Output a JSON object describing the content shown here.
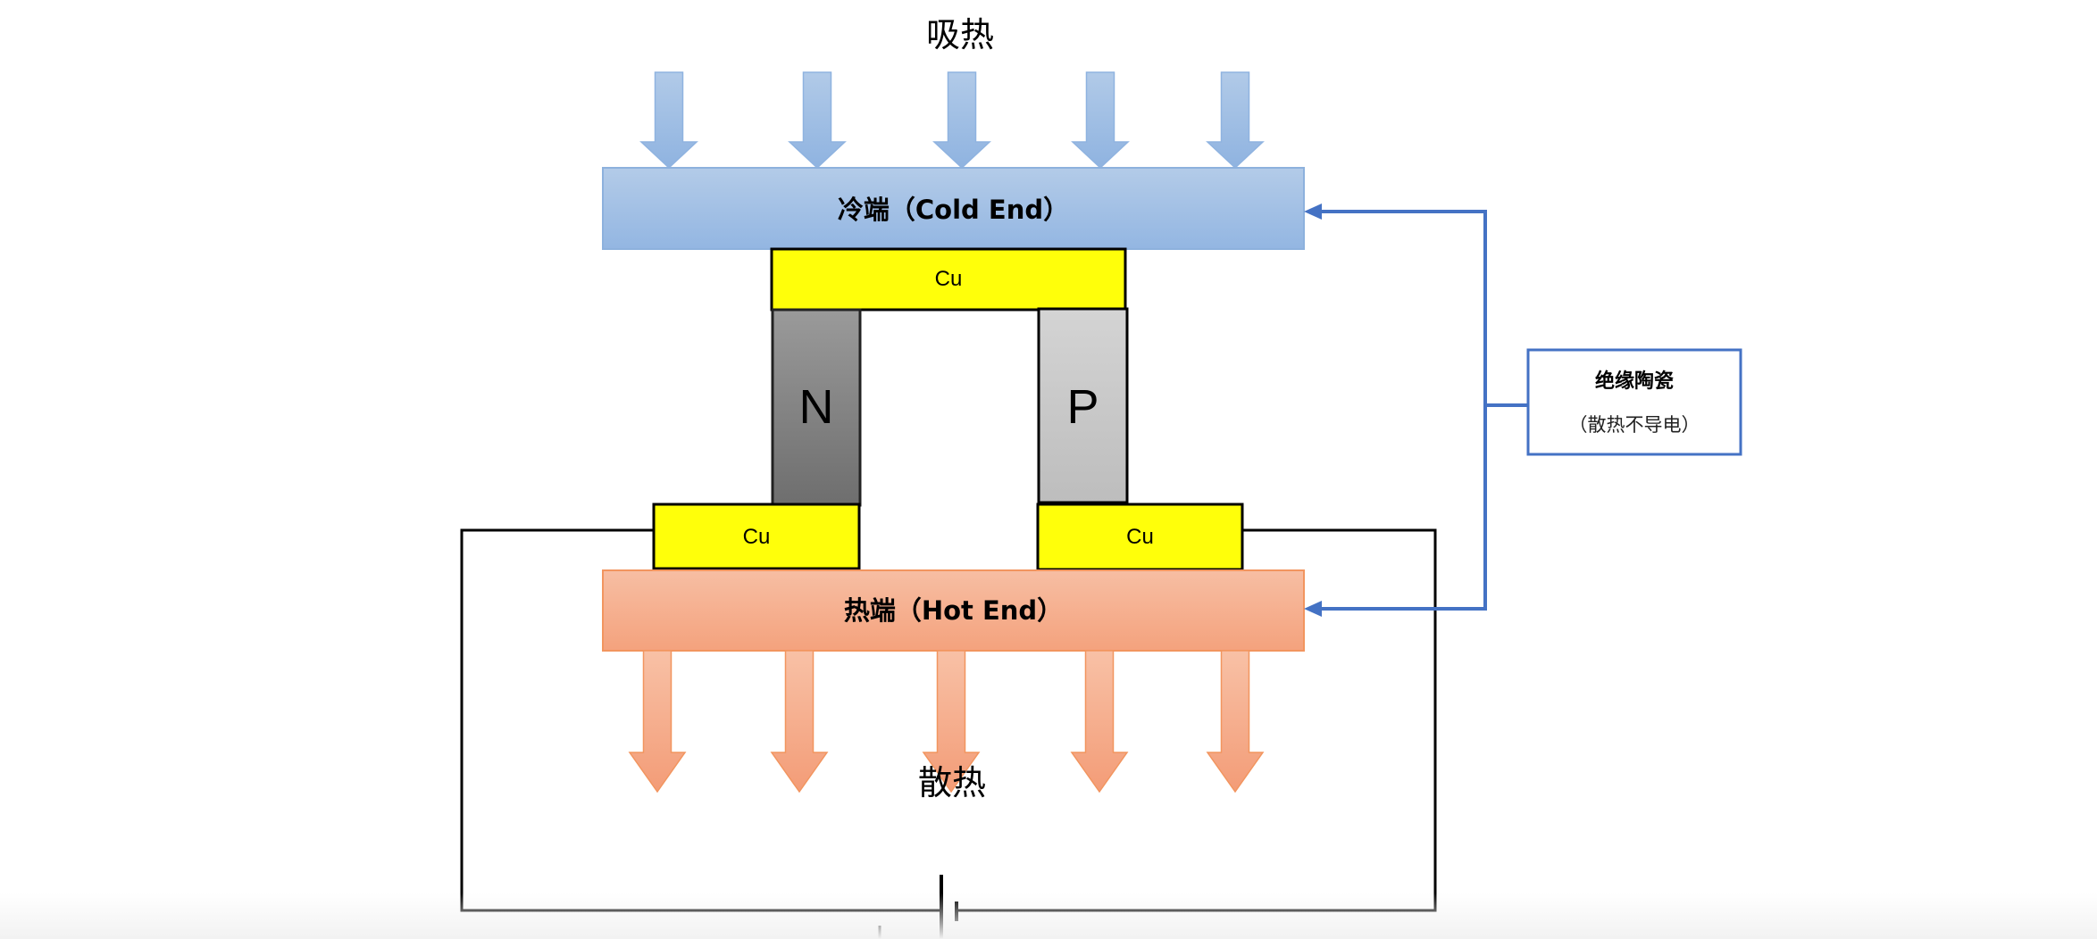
{
  "diagram": {
    "title": "Thermoelectric (Peltier) cooler schematic",
    "absorb_label": "吸热",
    "release_label": "散热",
    "cold_end": {
      "label": "冷端（Cold End）",
      "color": "#9dbde4"
    },
    "hot_end": {
      "label": "热端（Hot End）",
      "color": "#f5aa88"
    },
    "copper": {
      "label": "Cu",
      "color": "#ffff00"
    },
    "n_leg": {
      "label": "N",
      "color": "#7f7f7f"
    },
    "p_leg": {
      "label": "P",
      "color": "#c8c8c8"
    },
    "ceramic_note": {
      "title": "绝缘陶瓷",
      "subtitle": "（散热不导电）",
      "border_color": "#4472c4"
    },
    "absorb_arrow_count": 5,
    "release_arrow_count": 5,
    "connector_color": "#4472c4",
    "wire_color": "#000000",
    "power_source": "battery"
  }
}
